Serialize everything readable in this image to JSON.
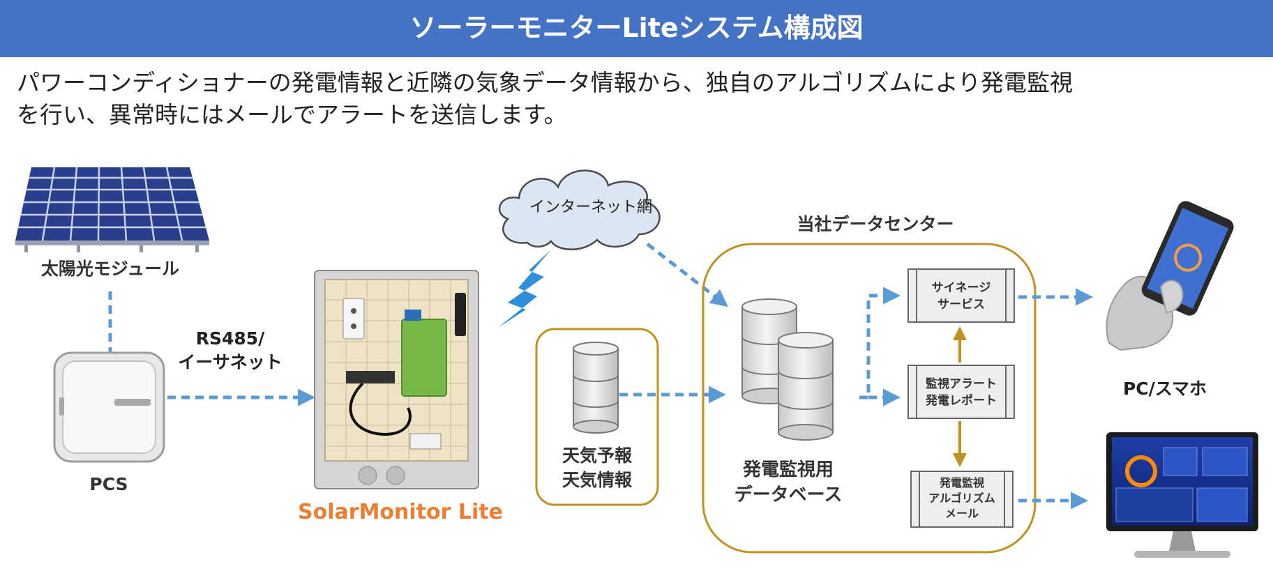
{
  "header": {
    "title": "ソーラーモニターLiteシステム構成図"
  },
  "intro": {
    "line1": "パワーコンディショナーの発電情報と近隣の気象データ情報から、独自のアルゴリズムにより発電監視",
    "line2": "を行い、異常時にはメールでアラートを送信します。"
  },
  "nodes": {
    "solar": "太陽光モジュール",
    "pcs": "PCS",
    "link": {
      "line1": "RS485/",
      "line2": "イーサネット"
    },
    "device": "SolarMonitor Lite",
    "internet": "インターネット網",
    "weather": {
      "line1": "天気予報",
      "line2": "天気情報"
    },
    "datacenter": "当社データセンター",
    "database": {
      "line1": "発電監視用",
      "line2": "データベース"
    },
    "signage": {
      "line1": "サイネージ",
      "line2": "サービス"
    },
    "alert": {
      "line1": "監視アラート",
      "line2": "発電レポート"
    },
    "algo": {
      "line1": "発電監視",
      "line2": "アルゴリズム",
      "line3": "メール"
    },
    "pc_phone": "PC/スマホ"
  },
  "colors": {
    "banner": "#4472c4",
    "arrow_blue": "#5b9bd5",
    "frame_gold": "#c09120",
    "device_label": "#ed7d31",
    "lightning": "#2e8fd8",
    "cloud": "#dce6f2"
  }
}
